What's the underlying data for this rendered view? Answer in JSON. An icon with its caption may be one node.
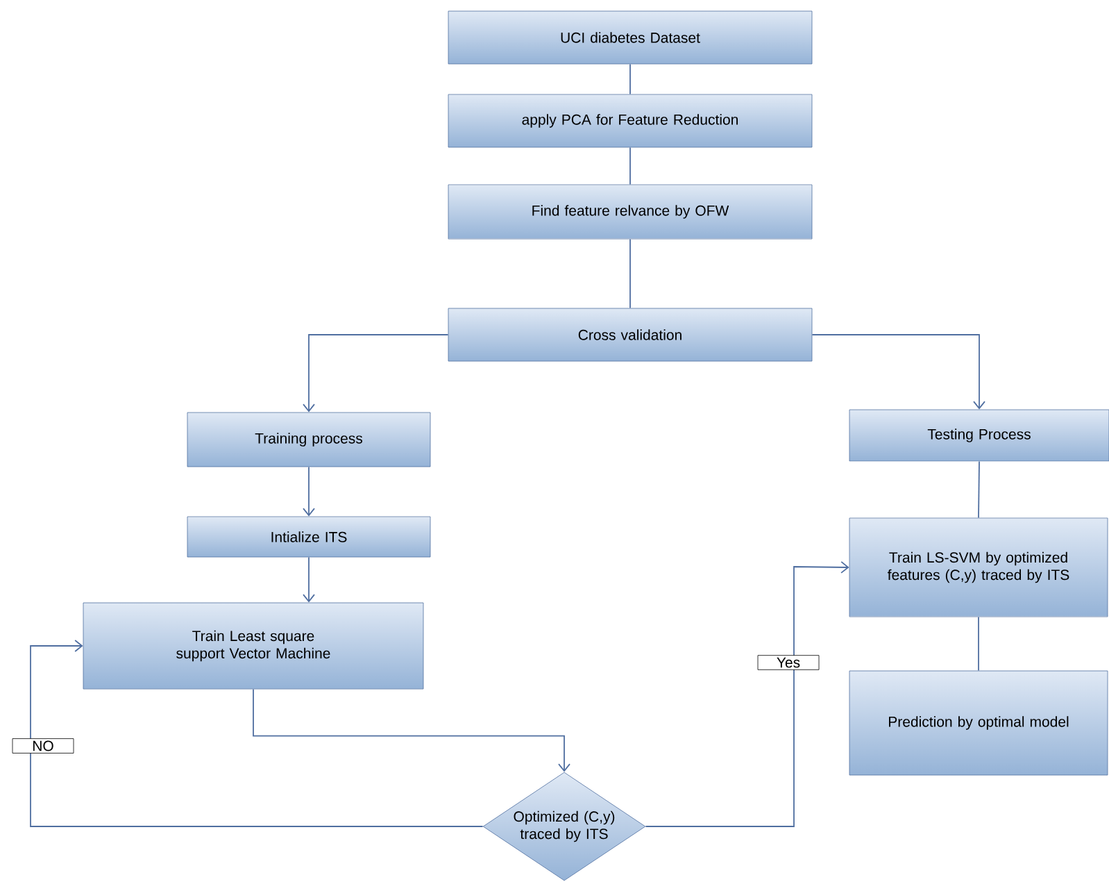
{
  "diagram": {
    "nodes": [
      {
        "text": [
          "UCI diabetes Dataset"
        ]
      },
      {
        "text": [
          "apply PCA for Feature Reduction"
        ]
      },
      {
        "text": [
          "Find feature relvance by OFW"
        ]
      },
      {
        "text": [
          "Cross validation"
        ]
      },
      {
        "text": [
          "Training process"
        ]
      },
      {
        "text": [
          "Testing Process"
        ]
      },
      {
        "text": [
          "Intialize ITS"
        ]
      },
      {
        "text": [
          "Train Least square support Vector Machine"
        ]
      },
      {
        "text": [
          "Train LS-SVM by optimized features (C,y) traced by ITS"
        ]
      },
      {
        "text": [
          "Prediction by optimal model"
        ]
      },
      {
        "text": [
          "Optimized (C,y) traced by ITS"
        ]
      }
    ],
    "edges": [
      {
        "from": 0,
        "to": 1,
        "arrow": "none"
      },
      {
        "from": 1,
        "to": 2,
        "arrow": "none"
      },
      {
        "from": 2,
        "to": 3,
        "arrow": "none"
      },
      {
        "from": 3,
        "to": 4,
        "arrow": "to"
      },
      {
        "from": 3,
        "to": 5,
        "arrow": "to"
      },
      {
        "from": 4,
        "to": 6,
        "arrow": "to"
      },
      {
        "from": 6,
        "to": 7,
        "arrow": "to"
      },
      {
        "from": 7,
        "to": 10,
        "arrow": "to"
      },
      {
        "from": 10,
        "to": 7,
        "label": "NO",
        "arrow": "to"
      },
      {
        "from": 10,
        "to": 8,
        "label": "Yes",
        "arrow": "to"
      },
      {
        "from": 5,
        "to": 8,
        "arrow": "none"
      },
      {
        "from": 8,
        "to": 9,
        "arrow": "none"
      }
    ]
  }
}
